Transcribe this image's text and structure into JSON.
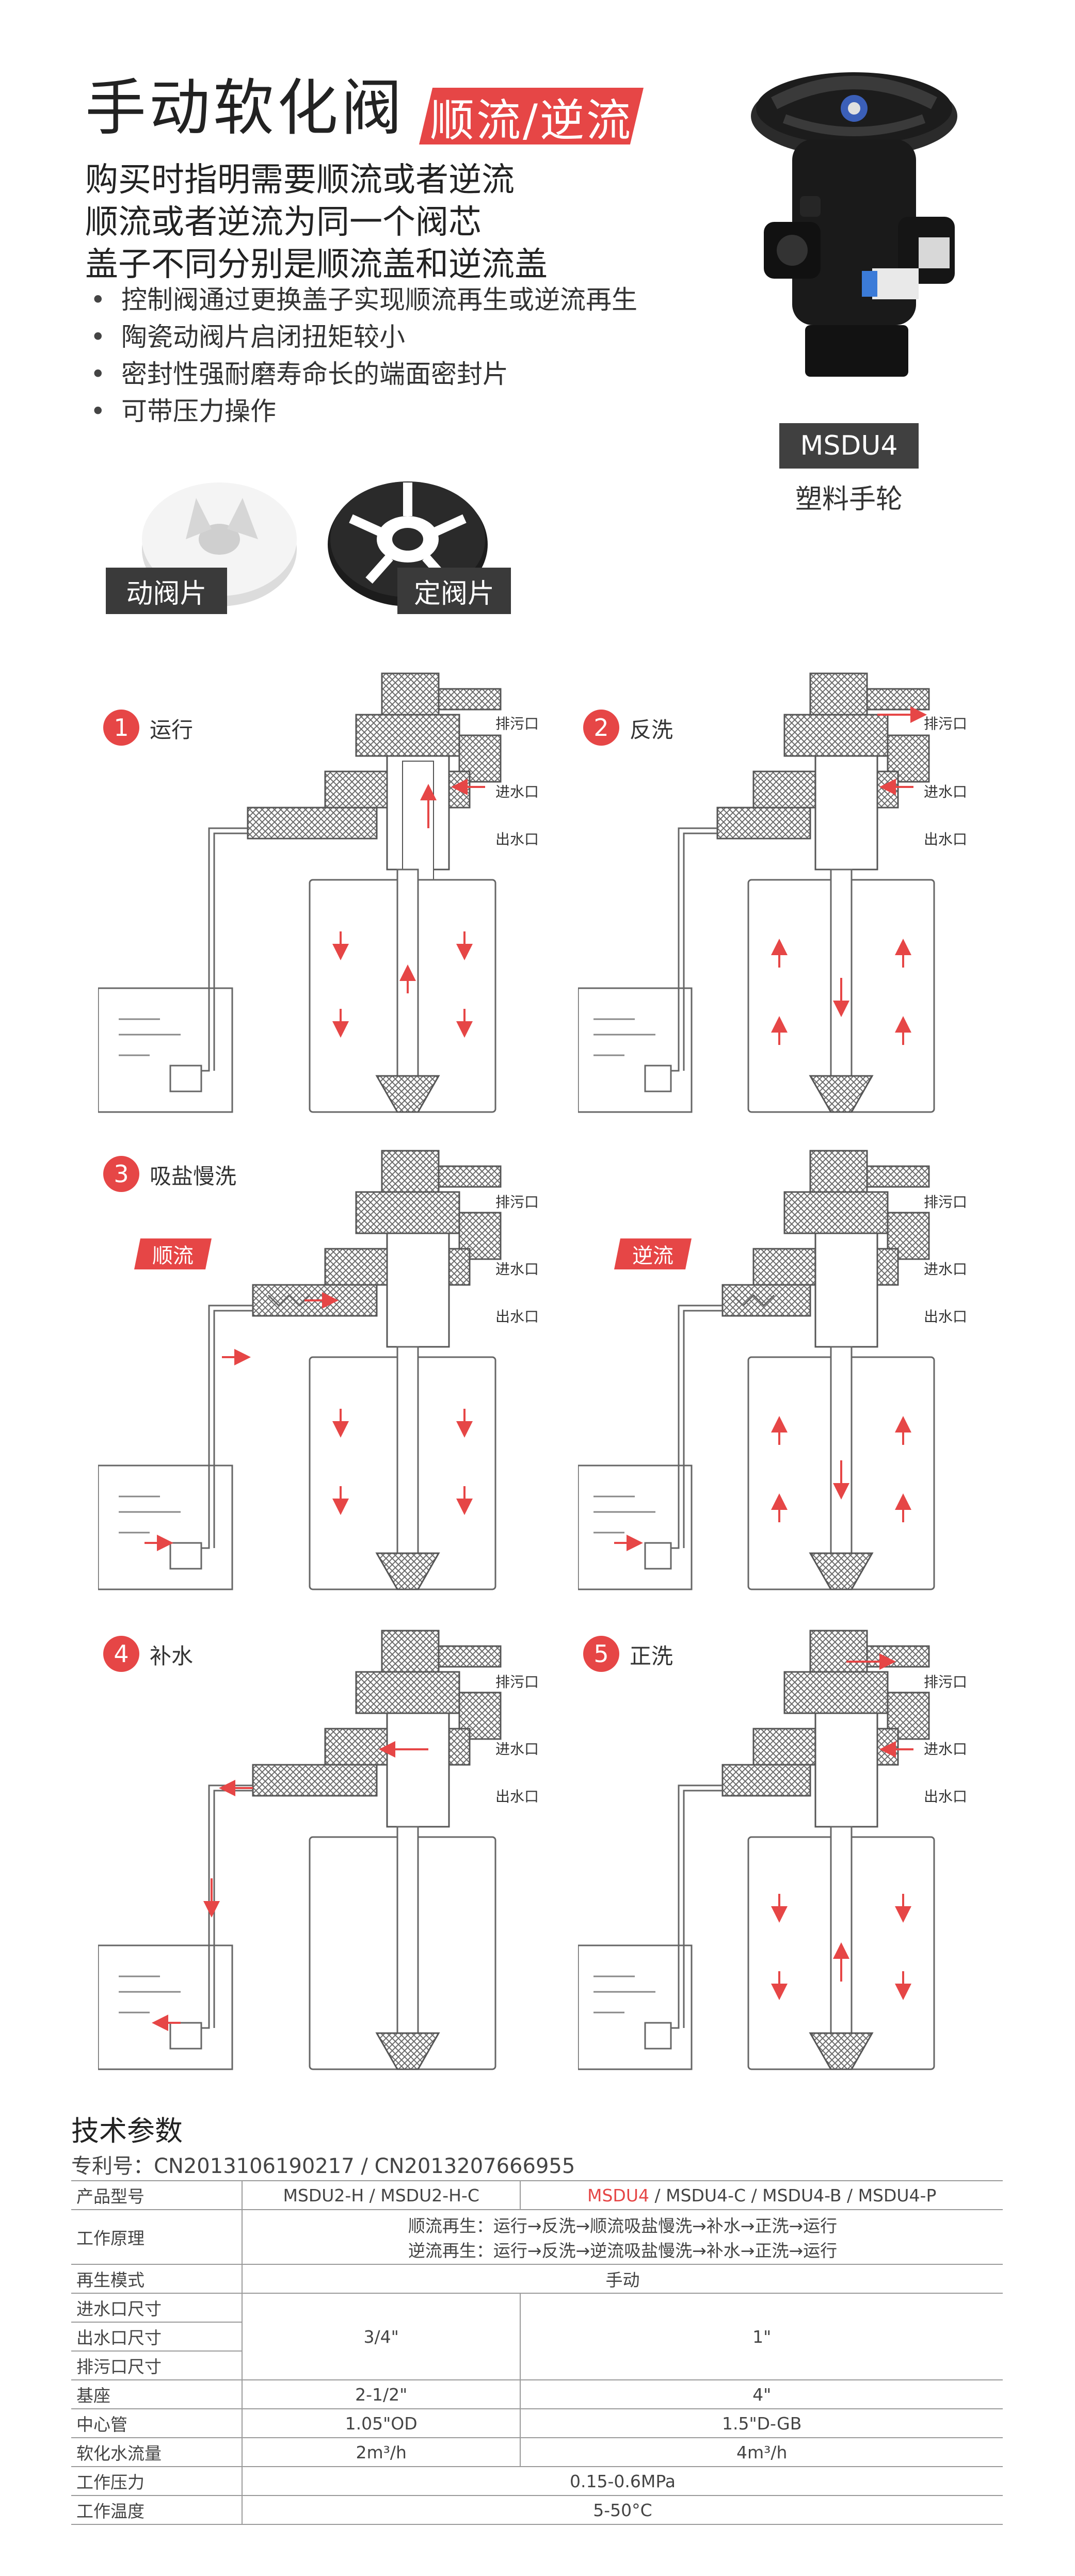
{
  "header": {
    "title": "手动软化阀",
    "tag": "顺流/逆流",
    "intro": [
      "购买时指明需要顺流或者逆流",
      "顺流或者逆流为同一个阀芯",
      "盖子不同分别是顺流盖和逆流盖"
    ],
    "bullets": [
      "控制阀通过更换盖子实现顺流再生或逆流再生",
      "陶瓷动阀片启闭扭矩较小",
      "密封性强耐磨寿命长的端面密封片",
      "可带压力操作"
    ]
  },
  "product": {
    "model": "MSDU4",
    "caption": "塑料手轮"
  },
  "discs": {
    "moving": "动阀片",
    "fixed": "定阀片"
  },
  "ports": {
    "drain": "排污口",
    "inlet": "进水口",
    "outlet": "出水口"
  },
  "stages": [
    {
      "num": "1",
      "name": "运行"
    },
    {
      "num": "2",
      "name": "反洗"
    },
    {
      "num": "3",
      "name": "吸盐慢洗",
      "flow_a": "顺流",
      "flow_b": "逆流"
    },
    {
      "num": "4",
      "name": "补水"
    },
    {
      "num": "5",
      "name": "正洗"
    }
  ],
  "tech": {
    "title": "技术参数",
    "patent": "专利号：CN2013106190217 / CN2013207666955",
    "rows": {
      "model_label": "产品型号",
      "model_a": "MSDU2-H / MSDU2-H-C",
      "model_b_hl": "MSDU4",
      "model_b_rest": " / MSDU4-C / MSDU4-B / MSDU4-P",
      "principle_label": "工作原理",
      "principle_1": "顺流再生：运行→反洗→顺流吸盐慢洗→补水→正洗→运行",
      "principle_2": "逆流再生：运行→反洗→逆流吸盐慢洗→补水→正洗→运行",
      "regen_label": "再生模式",
      "regen_val": "手动",
      "inlet_label": "进水口尺寸",
      "outlet_label": "出水口尺寸",
      "drain_label": "排污口尺寸",
      "port_a": "3/4\"",
      "port_b": "1\"",
      "base_label": "基座",
      "base_a": "2-1/2\"",
      "base_b": "4\"",
      "tube_label": "中心管",
      "tube_a": "1.05\"OD",
      "tube_b": "1.5\"D-GB",
      "flow_label": "软化水流量",
      "flow_a": "2m³/h",
      "flow_b": "4m³/h",
      "pressure_label": "工作压力",
      "pressure_val": "0.15-0.6MPa",
      "temp_label": "工作温度",
      "temp_val": "5-50°C"
    }
  },
  "colors": {
    "accent": "#e64646",
    "badge": "#404040"
  }
}
